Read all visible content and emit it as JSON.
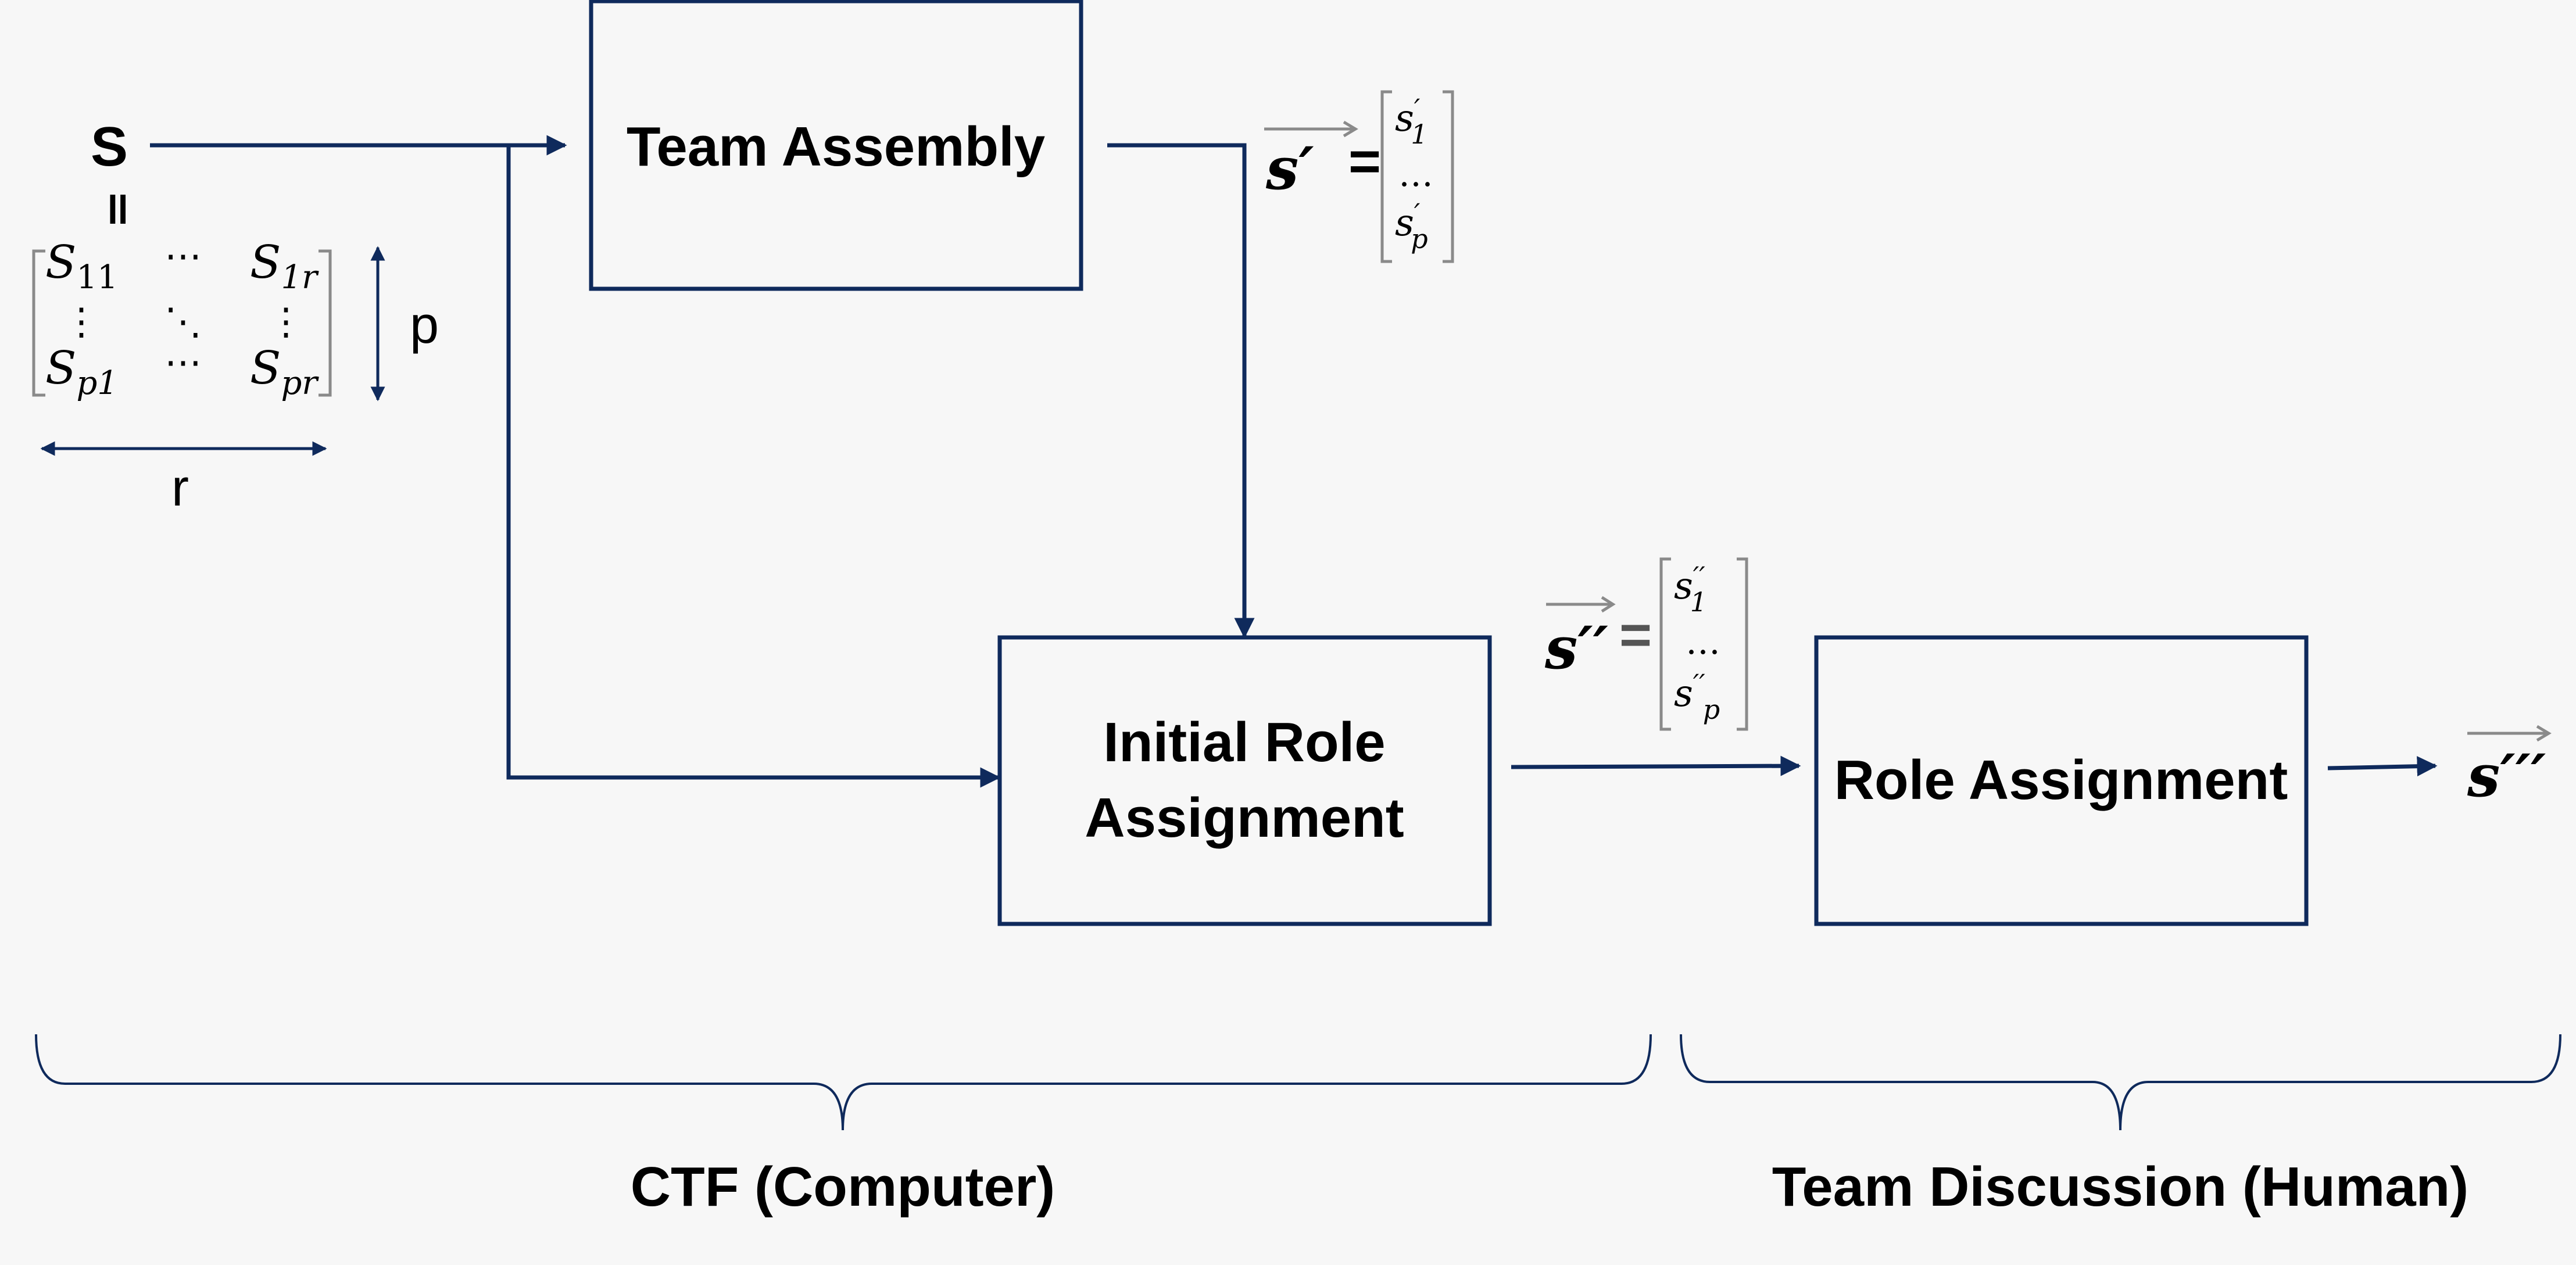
{
  "nodes": {
    "team_assembly": "Team Assembly",
    "initial_role_1": "Initial Role",
    "initial_role_2": "Assignment",
    "role_assignment": "Role Assignment"
  },
  "input": {
    "symbol": "S",
    "equals": "=",
    "matrix": {
      "tl": "S",
      "tl_sub": "11",
      "tr": "S",
      "tr_sub": "1r",
      "bl": "S",
      "bl_sub": "p1",
      "br": "S",
      "br_sub": "pr",
      "hdots": "⋯",
      "vdots": "⋮",
      "ddots": "⋱"
    },
    "rows_label": "p",
    "cols_label": "r"
  },
  "vectors": {
    "s1": {
      "symbol": "s",
      "prime": "′",
      "equals": "=",
      "top": "s",
      "top_sup": "′",
      "top_sub": "1",
      "mid": "…",
      "bot": "s",
      "bot_sup": "′",
      "bot_sub": "p"
    },
    "s2": {
      "symbol": "s",
      "prime": "′′",
      "equals": "=",
      "top": "s",
      "top_sup": "′′",
      "top_sub": "1",
      "mid": "…",
      "bot": "s",
      "bot_sup": "′′",
      "bot_sub": "p"
    },
    "s3": {
      "symbol": "s",
      "prime": "′′′"
    }
  },
  "groups": {
    "computer": "CTF (Computer)",
    "human": "Team Discussion (Human)"
  }
}
